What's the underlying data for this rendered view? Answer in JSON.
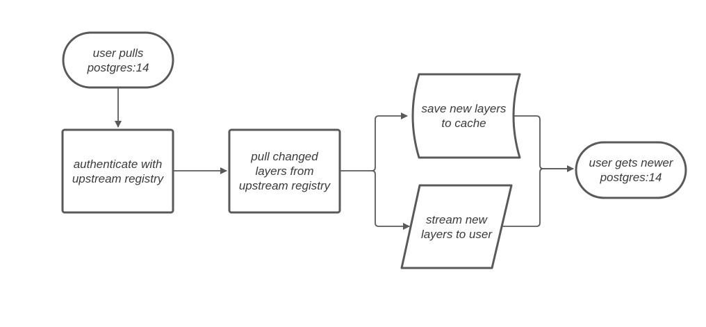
{
  "nodes": {
    "start": {
      "label": "user pulls\npostgres:14"
    },
    "authenticate": {
      "label": "authenticate with\nupstream registry"
    },
    "pull": {
      "label": "pull changed\nlayers from\nupstream registry"
    },
    "save": {
      "label": "save new layers\nto cache"
    },
    "stream": {
      "label": "stream new\nlayers to user"
    },
    "end": {
      "label": "user gets newer\npostgres:14"
    }
  },
  "colors": {
    "stroke": "#595959",
    "text": "#3a3a3a",
    "background": "#ffffff"
  }
}
